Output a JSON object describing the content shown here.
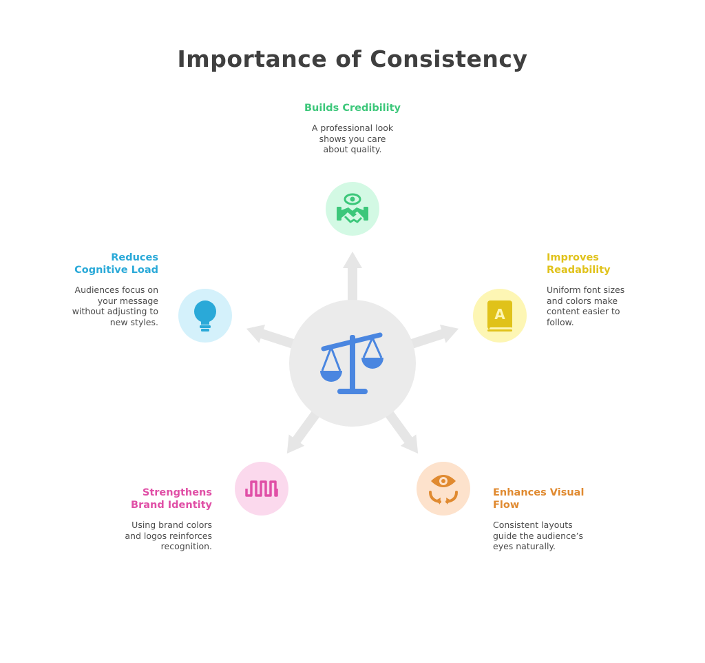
{
  "title": "Importance of Consistency",
  "center": {
    "icon": "balance-scale-icon",
    "color": "#4a86e0",
    "bg": "#ebebeb"
  },
  "arrow_color": "#e6e6e6",
  "nodes": [
    {
      "id": "credibility",
      "heading": "Builds Credibility",
      "desc": [
        "A professional look",
        "shows you care",
        "about quality."
      ],
      "color": "#3cc77a",
      "bg": "#d3f9e4",
      "icon": "handshake-eye-icon"
    },
    {
      "id": "readability",
      "heading": [
        "Improves",
        "Readability"
      ],
      "desc": [
        "Uniform font sizes",
        "and colors make",
        "content easier to",
        "follow."
      ],
      "color": "#e0c21a",
      "bg": "#fdf6b4",
      "icon": "book-icon"
    },
    {
      "id": "visual-flow",
      "heading": [
        "Enhances Visual",
        "Flow"
      ],
      "desc": [
        "Consistent layouts",
        "guide the audience’s",
        "eyes naturally."
      ],
      "color": "#e08a30",
      "bg": "#fde2cc",
      "icon": "eye-cycle-icon"
    },
    {
      "id": "brand-identity",
      "heading": [
        "Strengthens",
        "Brand Identity"
      ],
      "desc": [
        "Using brand colors",
        "and logos reinforces",
        "recognition."
      ],
      "color": "#e04fa6",
      "bg": "#fbd9ed",
      "icon": "brand-wave-icon"
    },
    {
      "id": "cognitive-load",
      "heading": [
        "Reduces",
        "Cognitive Load"
      ],
      "desc": [
        "Audiences focus on",
        "your message",
        "without adjusting to",
        "new styles."
      ],
      "color": "#2aa9d8",
      "bg": "#d4f1fb",
      "icon": "lightbulb-icon"
    }
  ]
}
